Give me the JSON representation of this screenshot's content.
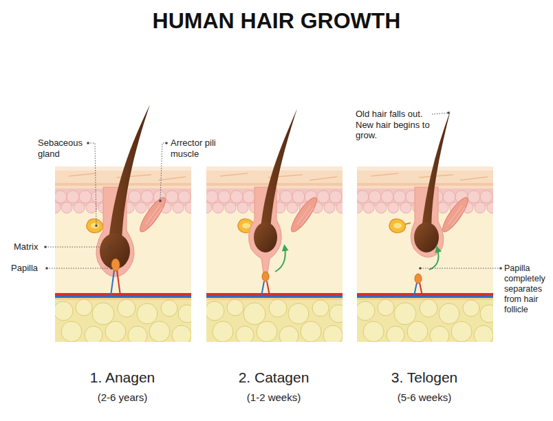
{
  "diagram": {
    "title": "HUMAN HAIR GROWTH",
    "labels": [
      "Sebaceous gland",
      "Arrector pili muscle",
      "Matrix",
      "Papilla",
      "Old hair falls out. New hair begins to grow.",
      "Papilla completely separates from hair follicle",
      "1. Anagen",
      "(2-6 years)",
      "2. Catagen",
      "(1-2 weeks)",
      "3. Telogen",
      "(5-6 weeks)"
    ]
  }
}
